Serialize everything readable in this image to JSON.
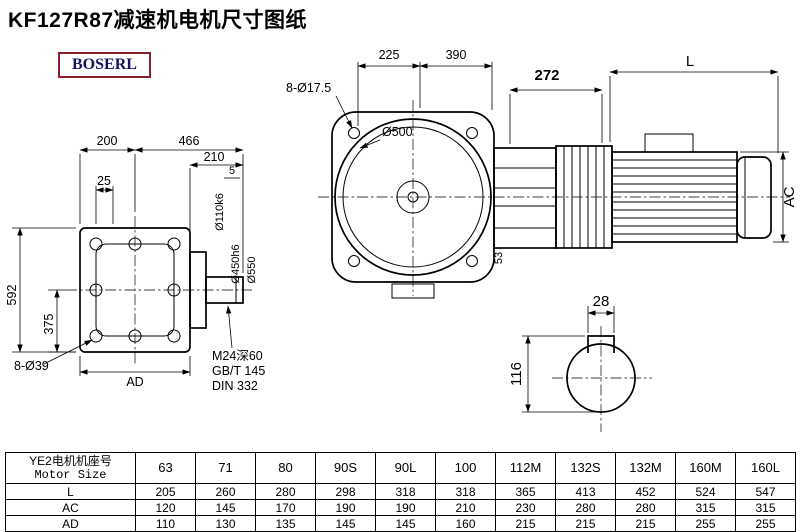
{
  "title": "KF127R87减速机电机尺寸图纸",
  "brand": "BOSERL",
  "colors": {
    "brand_border": "#8a1f2d",
    "brand_text": "#14145e",
    "line": "#000000"
  },
  "left_view": {
    "d200": "200",
    "d466": "466",
    "d210": "210",
    "d5": "5",
    "d25": "25",
    "d592": "592",
    "d375": "375",
    "holes": "8-Ø39",
    "ad": "AD",
    "shaft": "Ø110k6",
    "spigot": "Ø450h6",
    "flange": "Ø550",
    "tap": "M24深60",
    "std1": "GB/T 145",
    "std2": "DIN 332"
  },
  "side_view": {
    "holes": "8-Ø17.5",
    "d225": "225",
    "d390": "390",
    "d272": "272",
    "L": "L",
    "dia": "Ø500",
    "d53": "53",
    "ac": "AC"
  },
  "shaft_view": {
    "key": "28",
    "d116": "116"
  },
  "table": {
    "header1": "YE2电机机座号",
    "header2": "Motor Size",
    "sizes": [
      "63",
      "71",
      "80",
      "90S",
      "90L",
      "100",
      "112M",
      "132S",
      "132M",
      "160M",
      "160L"
    ],
    "rows": [
      {
        "label": "L",
        "values": [
          "205",
          "260",
          "280",
          "298",
          "318",
          "318",
          "365",
          "413",
          "452",
          "524",
          "547"
        ]
      },
      {
        "label": "AC",
        "values": [
          "120",
          "145",
          "170",
          "190",
          "190",
          "210",
          "230",
          "280",
          "280",
          "315",
          "315"
        ]
      },
      {
        "label": "AD",
        "values": [
          "110",
          "130",
          "135",
          "145",
          "145",
          "160",
          "215",
          "215",
          "215",
          "255",
          "255"
        ]
      }
    ]
  }
}
